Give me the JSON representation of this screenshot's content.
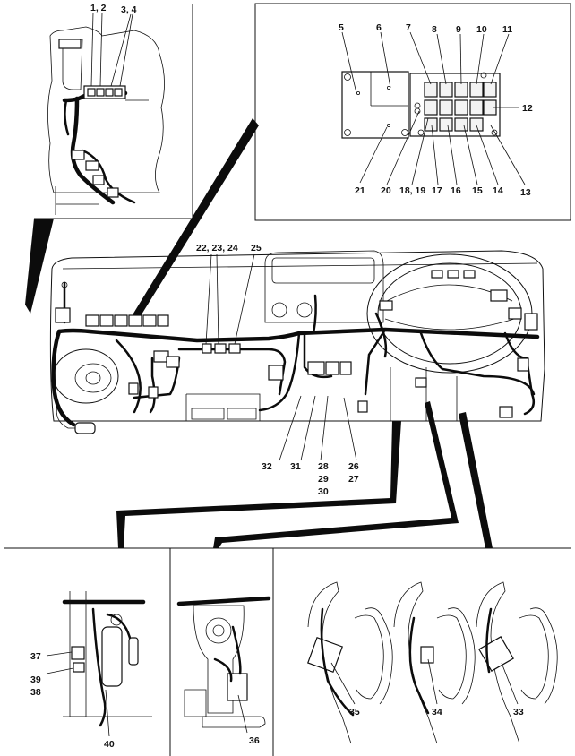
{
  "callouts": {
    "c1_2": "1, 2",
    "c3_4": "3, 4",
    "c5": "5",
    "c6": "6",
    "c7": "7",
    "c8": "8",
    "c9": "9",
    "c10": "10",
    "c11": "11",
    "c12": "12",
    "c13": "13",
    "c14": "14",
    "c15": "15",
    "c16": "16",
    "c17": "17",
    "c18_19": "18, 19",
    "c20": "20",
    "c21": "21",
    "c22_24": "22, 23, 24",
    "c25": "25",
    "c26": "26",
    "c27": "27",
    "c28": "28",
    "c29": "29",
    "c30": "30",
    "c31": "31",
    "c32": "32",
    "c33": "33",
    "c34": "34",
    "c35": "35",
    "c36": "36",
    "c37": "37",
    "c38": "38",
    "c39": "39",
    "c40": "40"
  }
}
